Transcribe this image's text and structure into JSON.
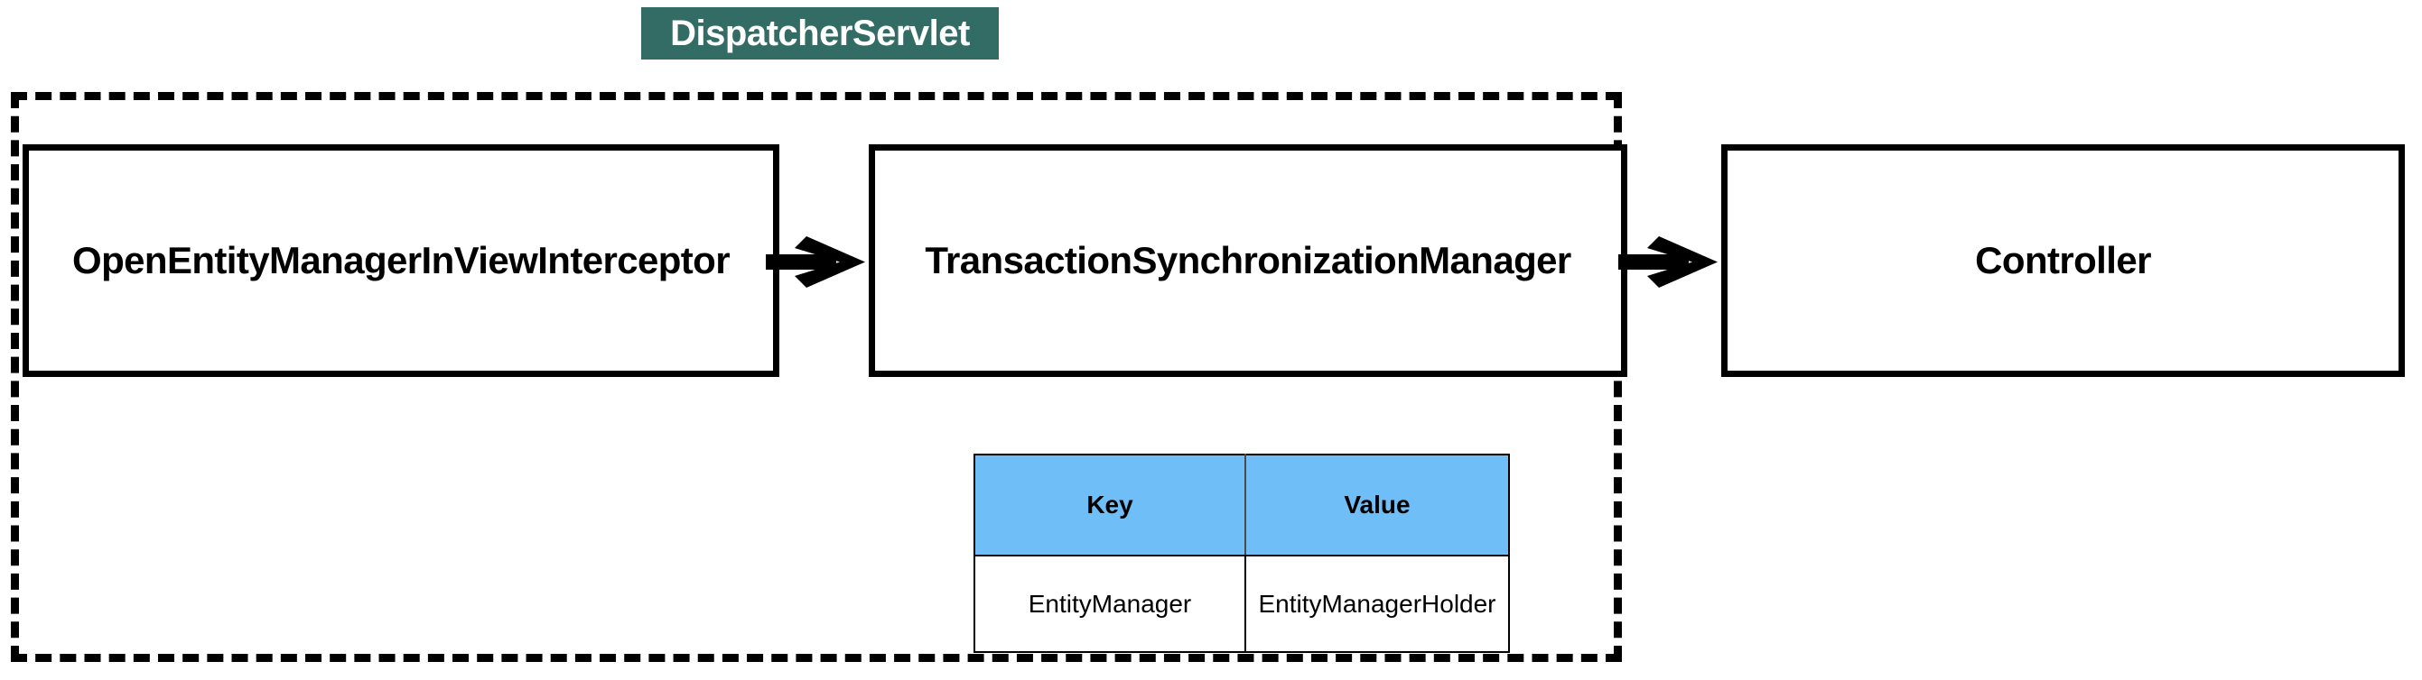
{
  "diagram": {
    "banner": {
      "label": "DispatcherServlet",
      "background_color": "#336B65",
      "text_color": "#FFFFFF"
    },
    "region": {
      "name": "dispatcher-servlet-scope",
      "border_style": "dashed",
      "border_color": "#000000"
    },
    "boxes": [
      {
        "id": "interceptor",
        "label": "OpenEntityManagerInViewInterceptor",
        "inside_region": true
      },
      {
        "id": "transaction-synchronization-manager",
        "label": "TransactionSynchronizationManager",
        "inside_region": true
      },
      {
        "id": "controller",
        "label": "Controller",
        "inside_region": false
      }
    ],
    "arrows": [
      {
        "id": "arrow-interceptor-to-tsm",
        "from": "interceptor",
        "to": "transaction-synchronization-manager",
        "direction": "right"
      },
      {
        "id": "arrow-tsm-to-controller",
        "from": "transaction-synchronization-manager",
        "to": "controller",
        "direction": "right"
      }
    ],
    "table": {
      "name": "transaction-resources-map",
      "header_color": "#70BEF7",
      "columns": [
        "Key",
        "Value"
      ],
      "rows": [
        [
          "EntityManager",
          "EntityManagerHolder"
        ]
      ]
    }
  }
}
